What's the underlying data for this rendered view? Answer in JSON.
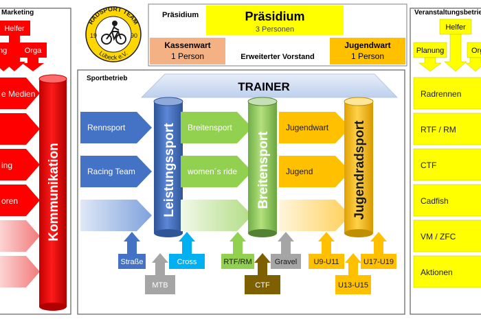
{
  "logo": {
    "top": "RADSPORT TEAM",
    "year_left": "19",
    "year_right": "90",
    "bottom": "Lübeck e.V."
  },
  "praesidium": {
    "label": "Präsidium",
    "title": "Präsidium",
    "subtitle": "3 Personen",
    "kassenwart": {
      "title": "Kassenwart",
      "count": "1 Person"
    },
    "erweiterter": "Erweiterter Vorstand",
    "jugendwart": {
      "title": "Jugendwart",
      "count": "1 Person"
    }
  },
  "marketing": {
    "title": "Marketing",
    "helfer": "Helfer",
    "top_left": "ng",
    "orga": "Orga",
    "items": [
      "e Medien",
      "",
      "ing",
      "oren",
      "",
      ""
    ],
    "pillar": "Kommunikation"
  },
  "sport": {
    "title": "Sportbetrieb",
    "trainer": "TRAINER",
    "pillars": [
      {
        "label": "Leistungssport",
        "items": [
          "Rennsport",
          "Racing Team",
          ""
        ],
        "subs": [
          "Straße",
          "MTB",
          "Cross"
        ]
      },
      {
        "label": "Breitensport",
        "items": [
          "Breitensport",
          "women´s ride",
          ""
        ],
        "subs": [
          "RTF/RM",
          "CTF",
          "Gravel"
        ]
      },
      {
        "label": "Jugendradsport",
        "items": [
          "Jugendwart",
          "Jugend",
          ""
        ],
        "subs": [
          "U9-U11",
          "U13-U15",
          "U17-U19"
        ]
      }
    ]
  },
  "veranstaltung": {
    "title": "Veranstaltungsbetrieb",
    "helfer": "Helfer",
    "planung": "Planung",
    "orga": "Orga",
    "items": [
      "Radrennen",
      "RTF / RM",
      "CTF",
      "Cadfish",
      "VM / ZFC",
      "Aktionen"
    ]
  },
  "colors": {
    "red": "#ff0000",
    "blue": "#4472c4",
    "green": "#92d050",
    "orange": "#ffc000",
    "yellow": "#ffff00",
    "salmon": "#f4b183",
    "gray": "#a5a5a5"
  }
}
